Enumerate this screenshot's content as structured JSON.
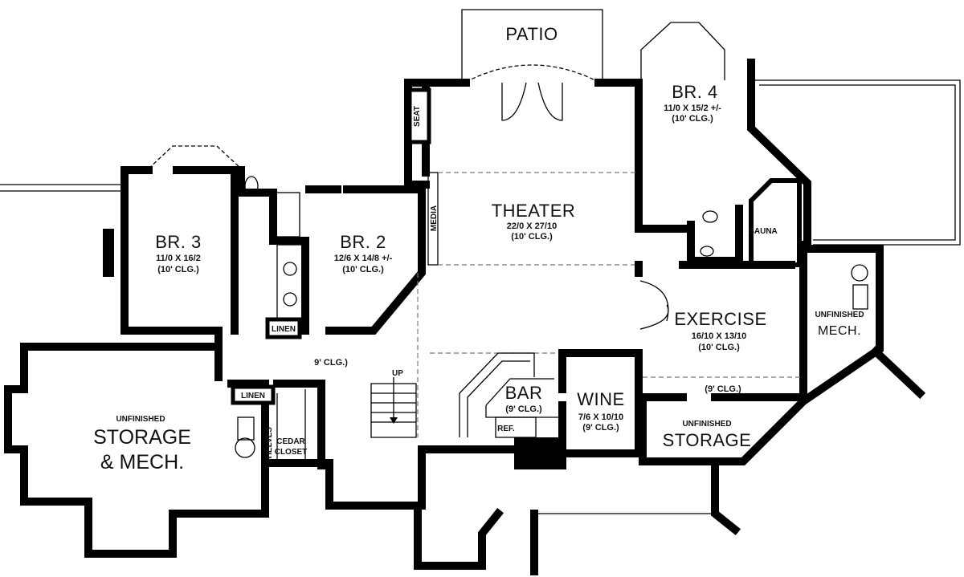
{
  "plan": {
    "patio": "PATIO",
    "br4": {
      "name": "BR. 4",
      "size": "11/0 X 15/2 +/-",
      "ceiling": "(10' CLG.)"
    },
    "seat": "SEAT",
    "media": "MEDIA",
    "theater": {
      "name": "THEATER",
      "size": "22/0 X 27/10",
      "ceiling": "(10' CLG.)"
    },
    "sauna": "SAUNA",
    "br3": {
      "name": "BR. 3",
      "size": "11/0 X 16/2",
      "ceiling": "(10' CLG.)"
    },
    "br2": {
      "name": "BR. 2",
      "size": "12/6 X 14/8 +/-",
      "ceiling": "(10' CLG.)"
    },
    "linen1": "LINEN",
    "linen2": "LINEN",
    "hall_ceiling": "9' CLG.)",
    "up": "UP",
    "exercise": {
      "name": "EXERCISE",
      "size": "16/10 X 13/10",
      "ceiling": "(10' CLG.)"
    },
    "unfinished_mech": {
      "line1": "UNFINISHED",
      "line2": "MECH."
    },
    "exercise_hall_ceiling": "(9' CLG.)",
    "bar": {
      "name": "BAR",
      "ceiling": "(9' CLG.)",
      "ref": "REF."
    },
    "wine": {
      "name": "WINE",
      "size": "7/6 X 10/10",
      "ceiling": "(9' CLG.)"
    },
    "unfinished_storage": {
      "line1": "UNFINISHED",
      "line2": "STORAGE"
    },
    "storage_mech": {
      "line1": "UNFINISHED",
      "line2": "STORAGE",
      "line3": "& MECH."
    },
    "shelves": "SHELVES",
    "cedar_closet": {
      "line1": "CEDAR",
      "line2": "CLOSET"
    }
  }
}
